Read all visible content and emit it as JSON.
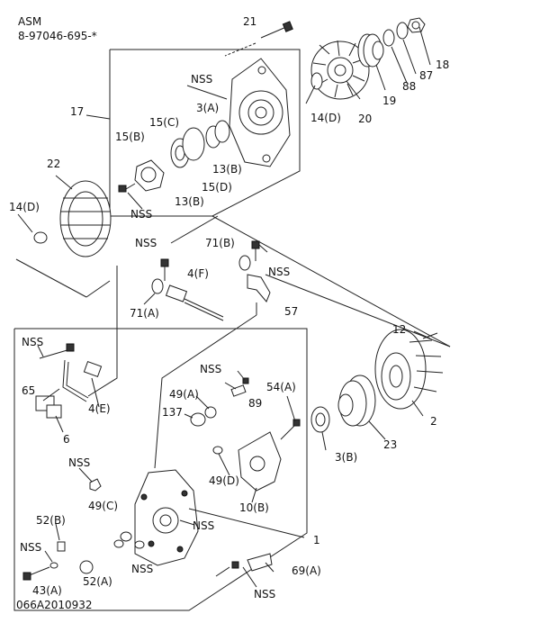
{
  "header": {
    "line1": "ASM",
    "line2": "8-97046-695-*"
  },
  "footer": {
    "code": "066A2010932"
  },
  "labels": {
    "p21": "21",
    "nss_top": "NSS",
    "p3a": "3(A)",
    "p15c": "15(C)",
    "p15b": "15(B)",
    "p17": "17",
    "p22": "22",
    "p13b_1": "13(B)",
    "p13b_2": "13(B)",
    "p15d": "15(D)",
    "nss_shaft": "NSS",
    "p14d_left": "14(D)",
    "p14d_right": "14(D)",
    "p20": "20",
    "p19": "19",
    "p88": "88",
    "p87": "87",
    "p18": "18",
    "nss_mid": "NSS",
    "p71b": "71(B)",
    "nss_71b": "NSS",
    "p4f": "4(F)",
    "p71a": "71(A)",
    "p57": "57",
    "p12": "12",
    "nss_left": "NSS",
    "p65": "65",
    "p6": "6",
    "p4e": "4(E)",
    "nss_89": "NSS",
    "p49a": "49(A)",
    "p89": "89",
    "p54a": "54(A)",
    "p137": "137",
    "p2": "2",
    "p23": "23",
    "p3b": "3(B)",
    "nss_low": "NSS",
    "p49d": "49(D)",
    "p10b": "10(B)",
    "p49c": "49(C)",
    "p52b": "52(B)",
    "nss_frame": "NSS",
    "p1": "1",
    "nss_bl": "NSS",
    "nss_b2": "NSS",
    "p52a": "52(A)",
    "p69a": "69(A)",
    "p43a": "43(A)",
    "nss_bottom": "NSS"
  }
}
